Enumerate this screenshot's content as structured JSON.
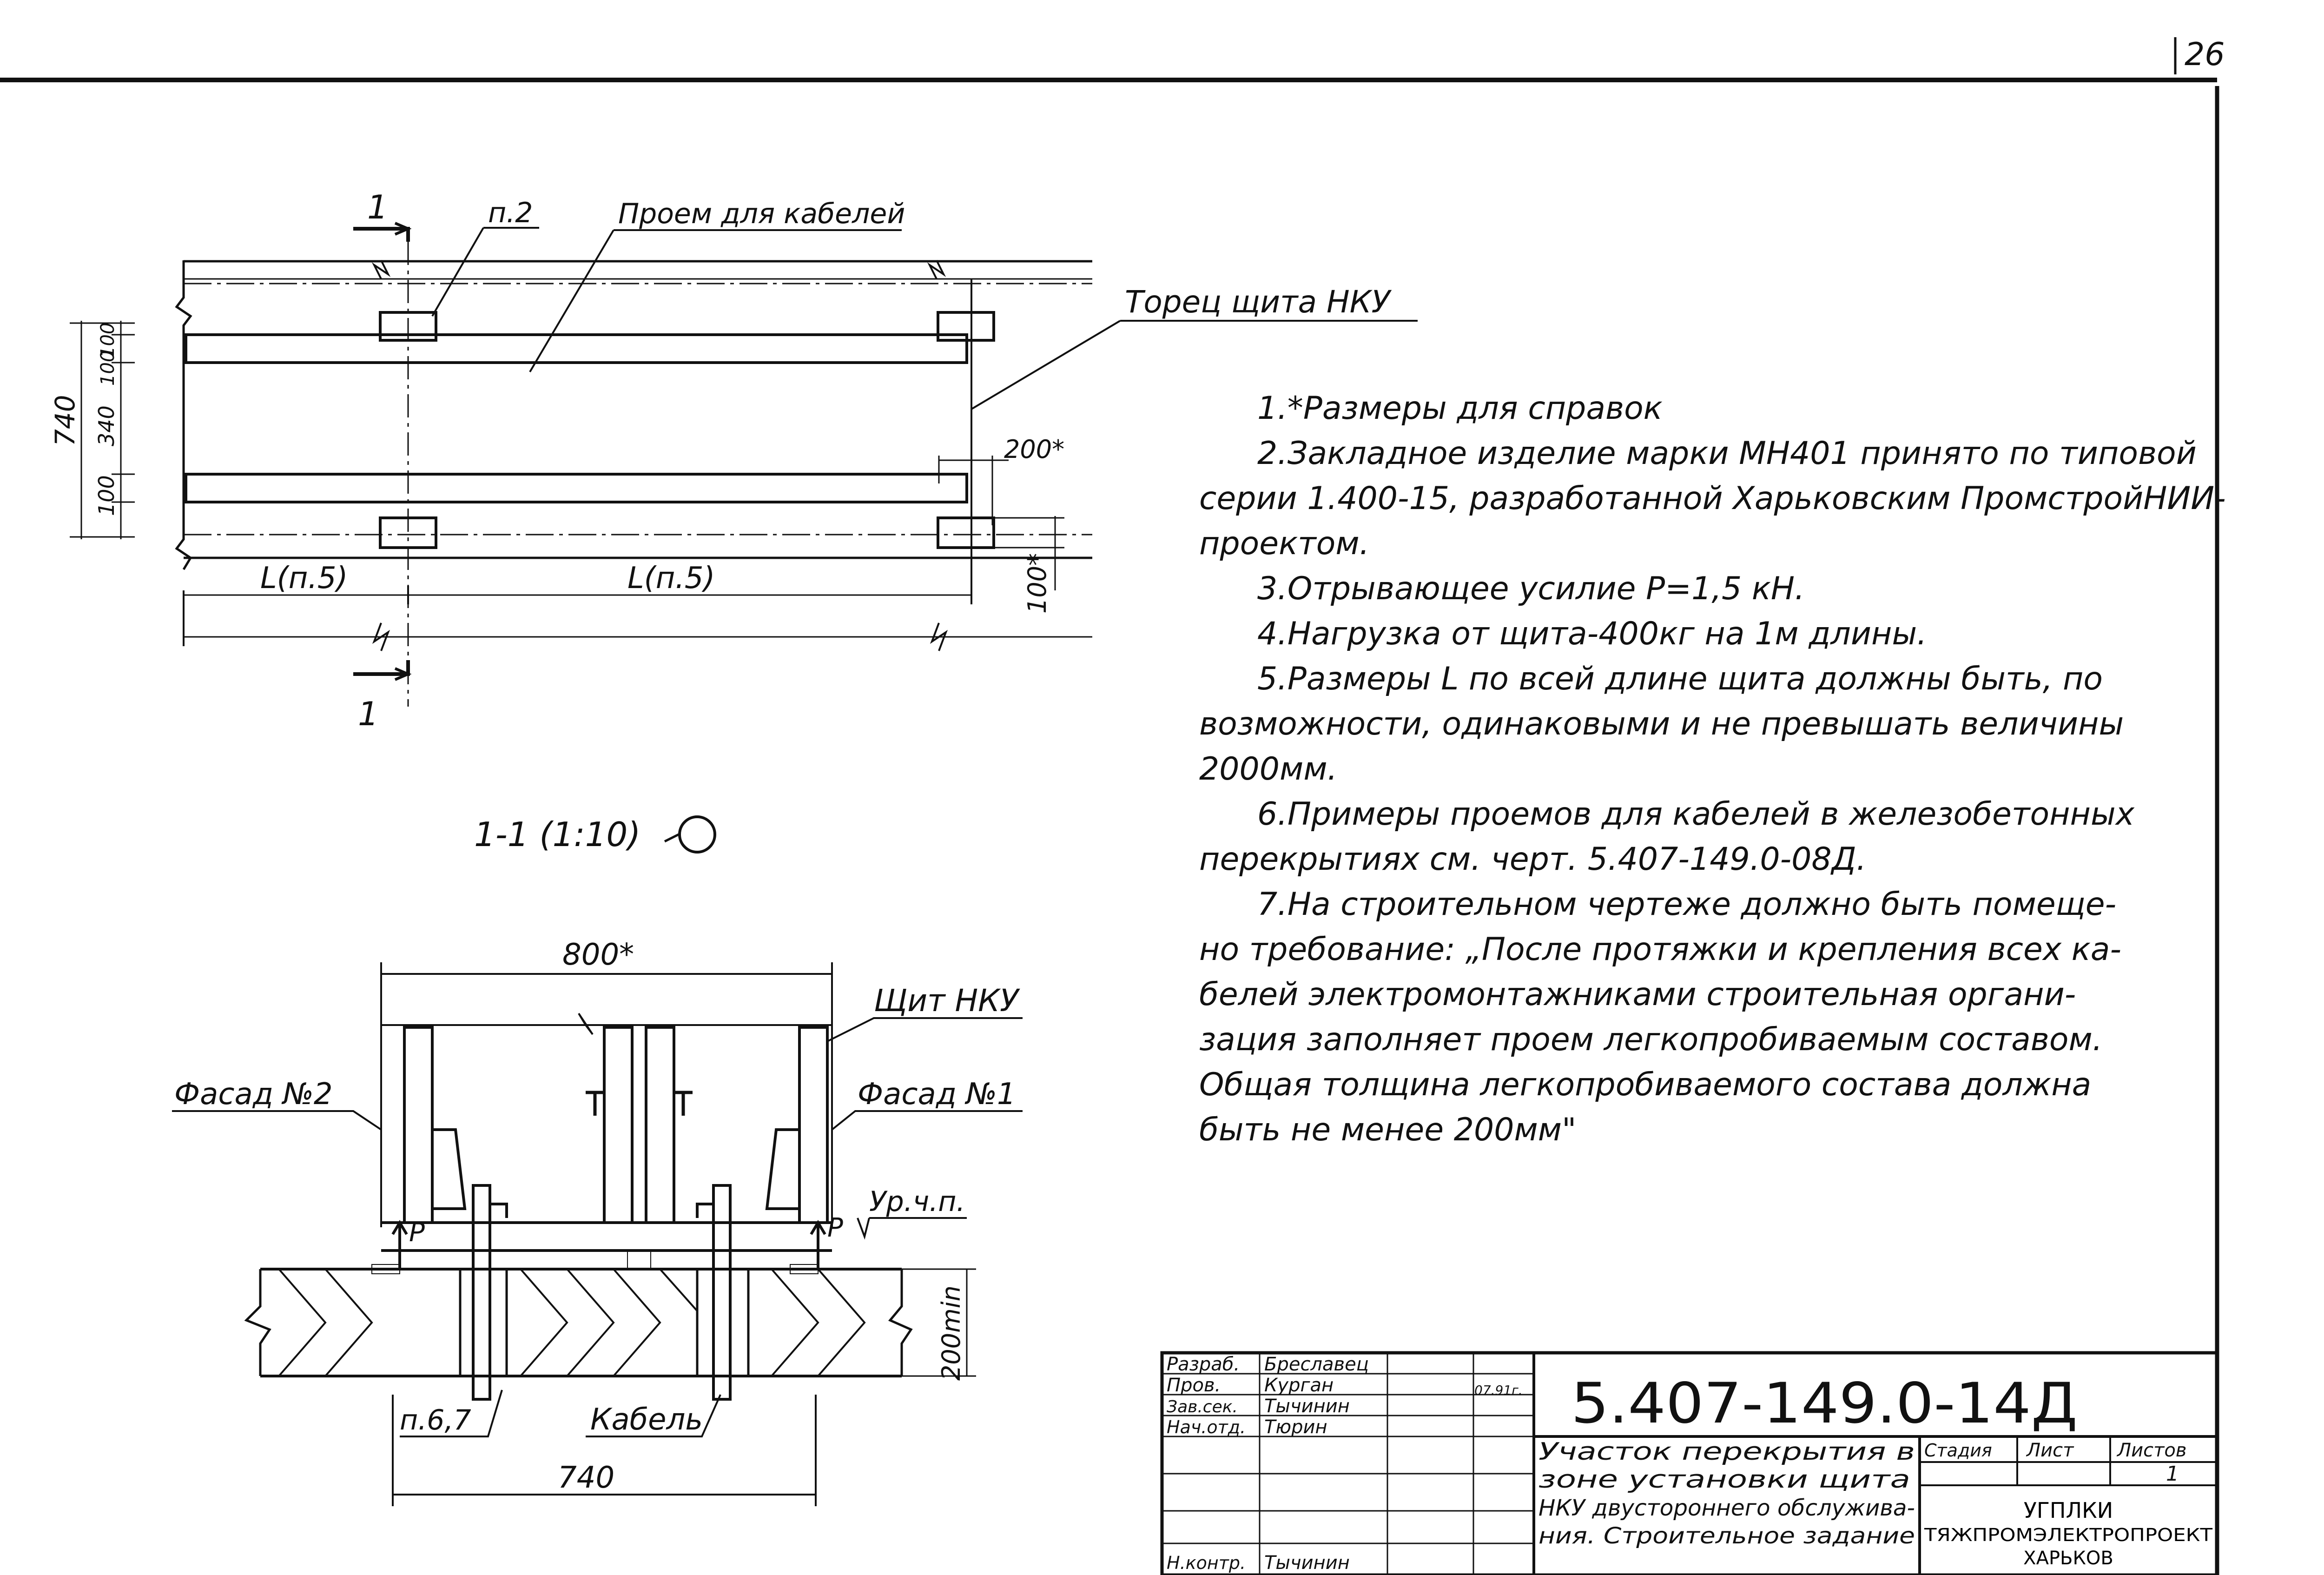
{
  "sheet": {
    "page_number": "26"
  },
  "plan_view": {
    "section_mark": "1",
    "label_item2": "п.2",
    "label_opening": "Проем для кабелей",
    "label_end_face": "Торец щита НКУ",
    "dim_overall": "740",
    "dim_340": "340",
    "dim_100_a": "100",
    "dim_100_b": "100",
    "dim_100_c": "100",
    "dim_200": "200*",
    "dim_100_side": "100*",
    "dim_L1": "L(п.5)",
    "dim_L2": "L(п.5)"
  },
  "section_view": {
    "title": "1-1 (1:10)",
    "dim_800": "800*",
    "label_panel": "Щит НКУ",
    "label_facade2": "Фасад №2",
    "label_facade1": "Фасад №1",
    "label_floor_level": "Ур.ч.п.",
    "label_force_left": "P",
    "label_force_right": "P",
    "dim_thickness": "200min",
    "label_items": "п.6,7",
    "label_cable": "Кабель",
    "dim_740": "740"
  },
  "notes": [
    "1.*Размеры для справок",
    "2.Закладное изделие марки МН401 принято по типовой",
    "серии 1.400-15, разработанной Харьковским ПромстройНИИ-",
    "проектом.",
    "3.Отрывающее усилие Р=1,5 кН.",
    "4.Нагрузка от щита-400кг на 1м длины.",
    "5.Размеры L по всей длине щита должны быть, по",
    "возможности, одинаковыми и не превышать величины",
    "2000мм.",
    "6.Примеры проемов для кабелей в железобетонных",
    "перекрытиях см. черт. 5.407-149.0-08Д.",
    "7.На строительном чертеже должно быть помеще-",
    "но требование: „После протяжки и крепления всех ка-",
    "белей электромонтажниками строительная органи-",
    "зация заполняет проем легкопробиваемым составом.",
    "Общая толщина легкопробиваемого состава должна",
    "быть не менее 200мм\""
  ],
  "title_block": {
    "roles": [
      {
        "role": "Разраб.",
        "name": "Бреславец"
      },
      {
        "role": "Пров.",
        "name": "Курган"
      },
      {
        "role": "Зав.сек.",
        "name": "Тычинин"
      },
      {
        "role": "Нач.отд.",
        "name": "Тюрин"
      },
      {
        "role": "Н.контр.",
        "name": "Тычинин"
      }
    ],
    "date": "07.91г.",
    "designation": "5.407-149.0-14Д",
    "description": [
      "Участок перекрытия в",
      "зоне установки щита",
      "НКУ двустороннего обслужива-",
      "ния. Строительное задание"
    ],
    "col_stage": "Стадия",
    "col_sheet": "Лист",
    "col_sheets": "Листов",
    "sheets_value": "1",
    "org": [
      "УГПЛКИ",
      "ТЯЖПРОМЭЛЕКТРОПРОЕКТ",
      "ХАРЬКОВ"
    ]
  }
}
